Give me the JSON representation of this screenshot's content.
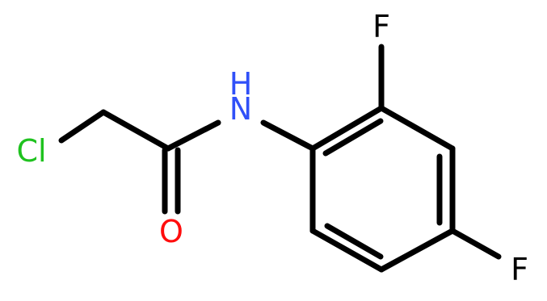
{
  "molecule": {
    "atoms": {
      "chlorine": {
        "label": "Cl",
        "color": "#1fc21f"
      },
      "nitrogen": {
        "label": "N",
        "color": "#3050f8"
      },
      "hydrogen": {
        "label": "H",
        "color": "#3050f8"
      },
      "oxygen": {
        "label": "O",
        "color": "#ff0d0d"
      },
      "fluorine_top": {
        "label": "F",
        "color": "#000000"
      },
      "fluorine_right": {
        "label": "F",
        "color": "#000000"
      }
    },
    "bond_color": "#000000"
  }
}
